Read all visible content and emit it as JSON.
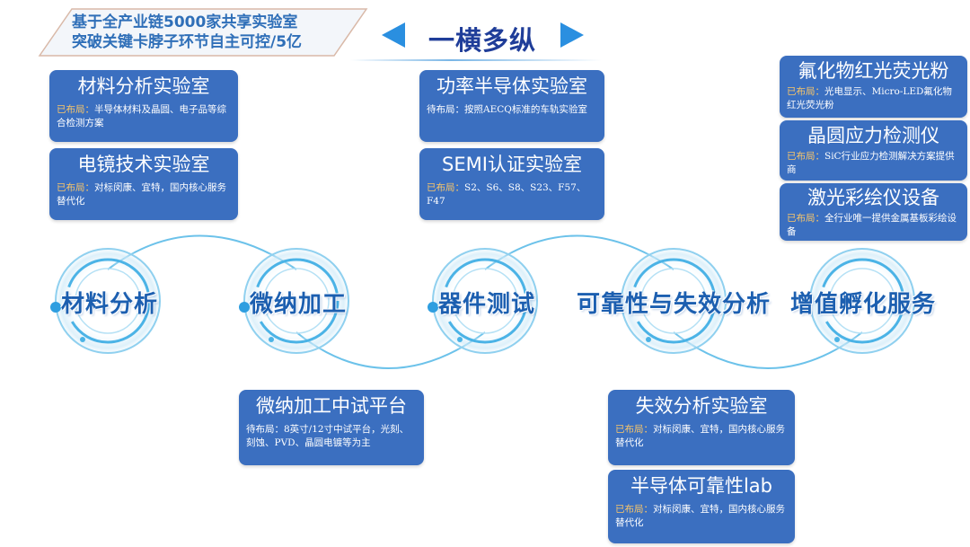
{
  "banner": {
    "line1": "基于全产业链5000家共享实验室",
    "line2": "突破关键卡脖子环节自主可控/5亿"
  },
  "heading": {
    "title": "一横多纵"
  },
  "stages": [
    {
      "label": "材料分析"
    },
    {
      "label": "微纳加工"
    },
    {
      "label": "器件测试"
    },
    {
      "label": "可靠性与失效分析"
    },
    {
      "label": "增值孵化服务"
    }
  ],
  "cards": [
    {
      "title": "材料分析实验室",
      "prefix": "已布局：",
      "desc": "半导体材料及晶圆、电子品等综合检测方案"
    },
    {
      "title": "电镜技术实验室",
      "prefix": "已布局：",
      "desc": "对标闵康、宜特，国内核心服务替代化"
    },
    {
      "title": "功率半导体实验室",
      "prefix": "待布局：",
      "desc": "按照AECQ标准的车轨实验室"
    },
    {
      "title": "SEMI认证实验室",
      "prefix": "已布局：",
      "desc": "S2、S6、S8、S23、F57、F47"
    },
    {
      "title": "氟化物红光荧光粉",
      "prefix": "已布局：",
      "desc": "光电显示、Micro-LED氟化物红光荧光粉"
    },
    {
      "title": "晶圆应力检测仪",
      "prefix": "已布局：",
      "desc": "SiC行业应力检测解决方案提供商"
    },
    {
      "title": "激光彩绘仪设备",
      "prefix": "已布局：",
      "desc": "全行业唯一提供金属基板彩绘设备"
    },
    {
      "title": "微纳加工中试平台",
      "prefix": "待布局：",
      "desc": "8英寸/12寸中试平台，光刻、刻蚀、PVD、晶圆电镀等为主"
    },
    {
      "title": "失效分析实验室",
      "prefix": "已布局：",
      "desc": "对标闵康、宜特，国内核心服务替代化"
    },
    {
      "title": "半导体可靠性lab",
      "prefix": "已布局：",
      "desc": "对标闵康、宜特，国内核心服务替代化"
    }
  ],
  "colors": {
    "card_bg": "#3b6fc0",
    "prefix_done": "#f7c56a",
    "heading": "#1f3d99",
    "arrow": "#2a8fe0",
    "ring": "#4bb3e6"
  },
  "icons": {
    "heading_left": "triangle-left-icon",
    "heading_right": "triangle-right-icon",
    "stage_marker": "dot-icon"
  }
}
